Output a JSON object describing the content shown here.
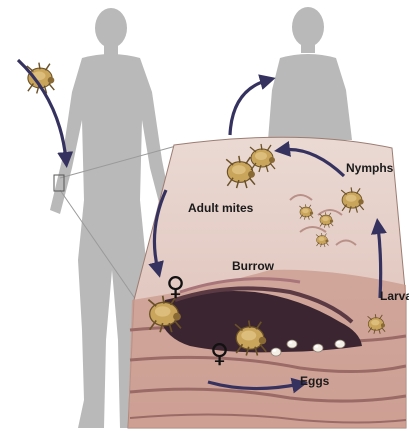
{
  "labels": {
    "adult_mites": "Adult mites",
    "nymphs": "Nymphs",
    "burrow": "Burrow",
    "larvae": "Larvae",
    "eggs": "Eggs"
  },
  "symbols": {
    "female_1": "♀",
    "female_2": "♀"
  },
  "colors": {
    "silhouette": "#b9b9b9",
    "skin_top": "#e8d6cf",
    "skin_layer": "#c79b90",
    "skin_dark": "#7a4f55",
    "burrow": "#3a2530",
    "arrow": "#35325f",
    "mite": "#c9a55c"
  },
  "icons": {
    "mite": "mite-icon",
    "egg": "egg-icon"
  }
}
